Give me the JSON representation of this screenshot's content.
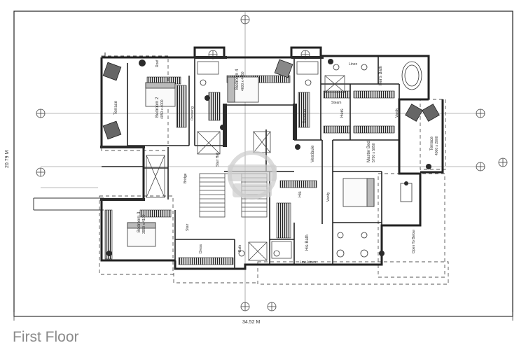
{
  "caption": "First Floor",
  "dimensions": {
    "width": "34.52 M",
    "height": "20.79 M"
  },
  "rooms": {
    "bedroom4": {
      "name": "Bedroom 4",
      "size": "4600 x 4450"
    },
    "bedroom2": {
      "name": "Bedroom 2",
      "size": "4050 x 4000"
    },
    "bedroom3": {
      "name": "Bedroom 3",
      "size": "3950 x 4100"
    },
    "master_bed": {
      "name": "Master Bed",
      "size": "5750 x 5850"
    },
    "terrace_left": "Terrace",
    "terrace_right": {
      "name": "Terrace",
      "size": "4000 x 2800"
    },
    "her_bath": "Her's Bath",
    "hers": "Hers",
    "his": "His",
    "his_bath": "His Bath",
    "vestibule": "Vestibule",
    "vanity_top": "Vanity",
    "vanity_master": "Vanity",
    "dressing_left": "Dressing",
    "dressing_right": "Dressing",
    "dress_lower": "Dress",
    "bath_lower": "Bath",
    "bridge": "Bridge",
    "stair_hall": "Stair Hall",
    "stair": "Stair",
    "roof_top": "Roof",
    "open_to_below": "Open To Below",
    "linen": "Linen",
    "low_linen": "Low-Linen",
    "steam": "Steam"
  }
}
